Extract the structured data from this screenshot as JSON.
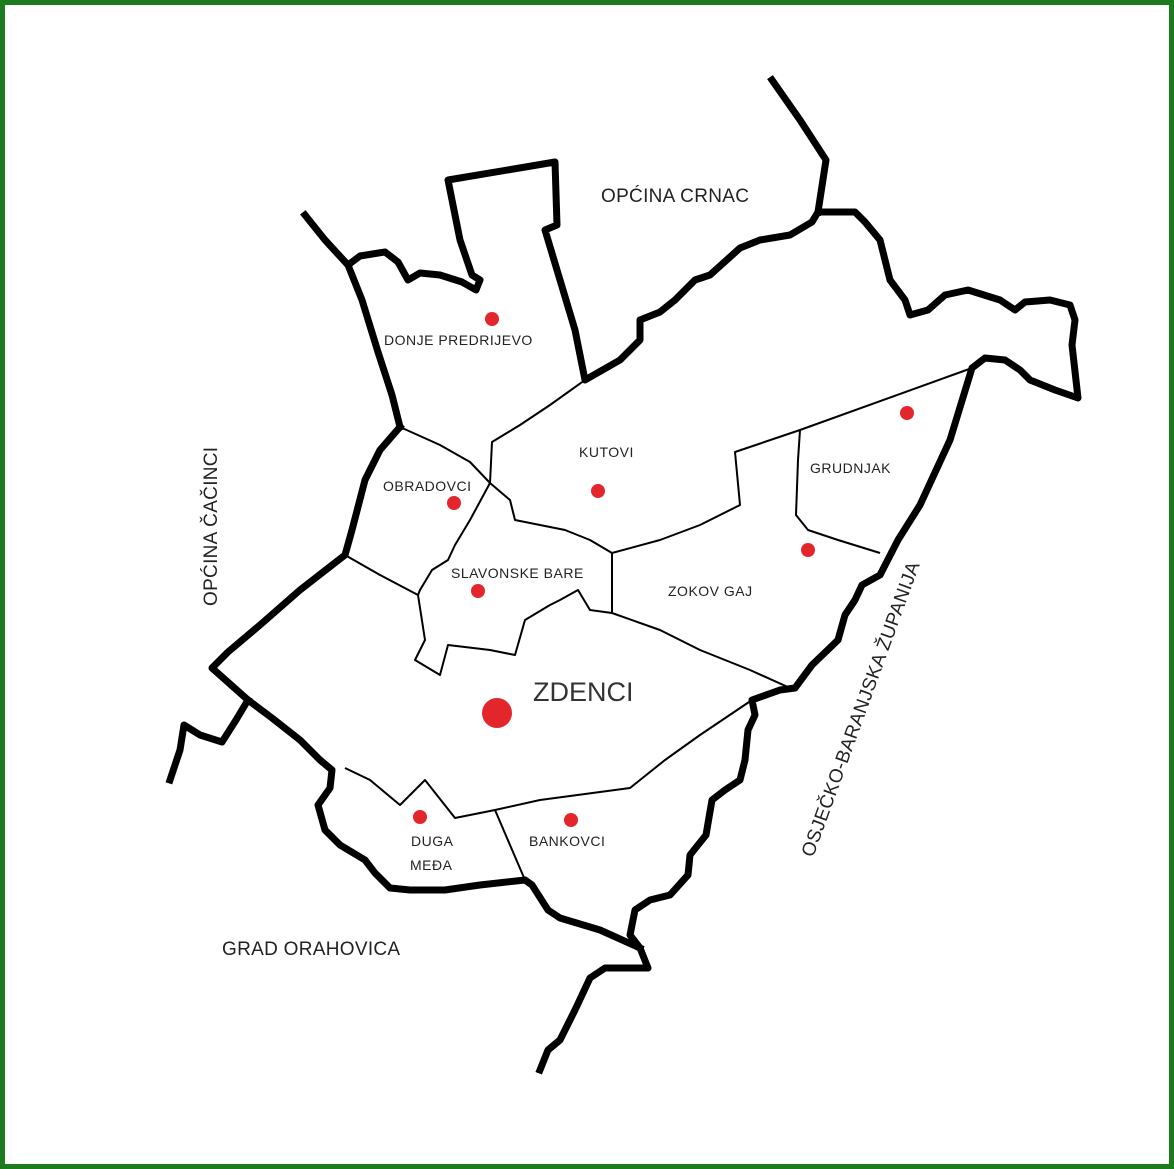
{
  "map": {
    "neighbours": {
      "north": "OPĆINA CRNAC",
      "west": "OPĆINA ČAČINCI",
      "southwest": "GRAD ORAHOVICA",
      "east": "OSJEČKO-BARANJSKA ŽUPANIJA"
    },
    "settlements": {
      "donje_predrijevo": "DONJE PREDRIJEVO",
      "kutovi": "KUTOVI",
      "obradovci": "OBRADOVCI",
      "grudnjak": "GRUDNJAK",
      "slavonske_bare": "SLAVONSKE BARE",
      "zokov_gaj": "ZOKOV GAJ",
      "zdenci": "ZDENCI",
      "duga_meda_1": "DUGA",
      "duga_meda_2": "MEĐA",
      "bankovci": "BANKOVCI"
    },
    "colors": {
      "frame": "#1e7a1e",
      "border_line": "#000000",
      "settlement_dot": "#e3262b"
    }
  }
}
